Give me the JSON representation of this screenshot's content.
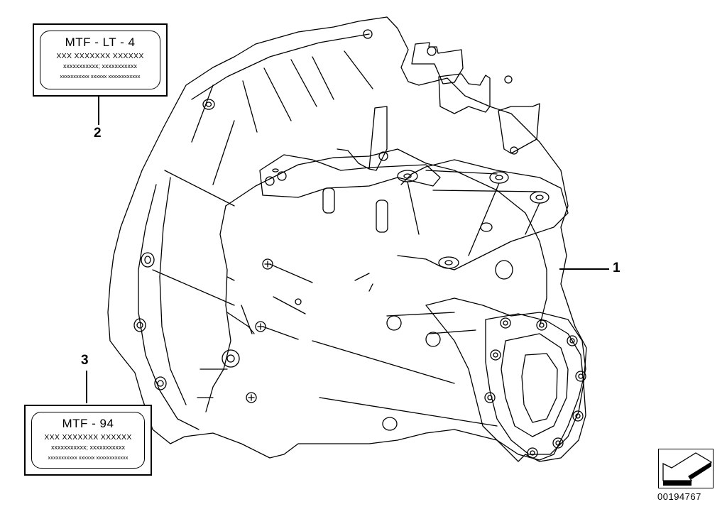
{
  "diagram": {
    "title": "Manual transmission parts diagram",
    "figure_number": "00194767",
    "orientation_icon": "arrow-down-left-icon"
  },
  "labels": [
    {
      "callout": "2",
      "title": "MTF - LT - 4",
      "line1": "XXX XXXXXXX XXXXXX",
      "line2": "xxxxxxxxxxx; xxxxxxxxxxx",
      "line3": "xxxxxxxxxxx  xxxxxx  xxxxxxxxxxxx"
    },
    {
      "callout": "3",
      "title": "MTF - 94",
      "line1": "XXX XXXXXXX XXXXXX",
      "line2": "xxxxxxxxxxx; xxxxxxxxxxx",
      "line3": "xxxxxxxxxxx  xxxxxx  xxxxxxxxxxxx"
    }
  ],
  "callouts": {
    "transmission": "1"
  }
}
